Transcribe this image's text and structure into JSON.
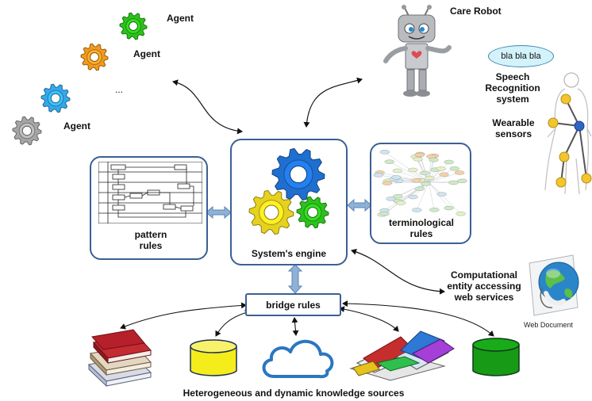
{
  "labels": {
    "agent_1": "Agent",
    "agent_2": "Agent",
    "agent_ellipsis": "...",
    "agent_3": "Agent",
    "care_robot": "Care Robot",
    "speech_bubble": "bla bla bla",
    "speech_recognition": "Speech Recognition system",
    "wearable_sensors": "Wearable sensors",
    "pattern_rules": "pattern rules",
    "systems_engine": "System's engine",
    "terminological_rules": "terminological rules",
    "bridge_rules": "bridge rules",
    "computational_entity": "Computational entity accessing web services",
    "web_document": "Web Document",
    "knowledge_sources": "Heterogeneous and dynamic knowledge sources"
  },
  "colors": {
    "box_border": "#3c5f93",
    "arrow_fill": "#8fb1d6",
    "gear_blue": "#1f6fd1",
    "gear_yellow": "#e6d21e",
    "gear_green": "#2cc21b",
    "gear_orange": "#f29a1f",
    "gear_lightblue": "#34a9ec",
    "gear_gray": "#a6a6a6",
    "cylinder_yellow": "#f5ec1b",
    "cylinder_green": "#179a16",
    "sensor_yellow": "#f4c52c",
    "sensor_blue": "#2f66c6"
  },
  "icons": [
    "gear-icon",
    "robot-icon",
    "human-body-icon",
    "flowchart-icon",
    "ontology-graph-icon",
    "books-icon",
    "database-icon",
    "cloud-icon",
    "globe-icon"
  ]
}
